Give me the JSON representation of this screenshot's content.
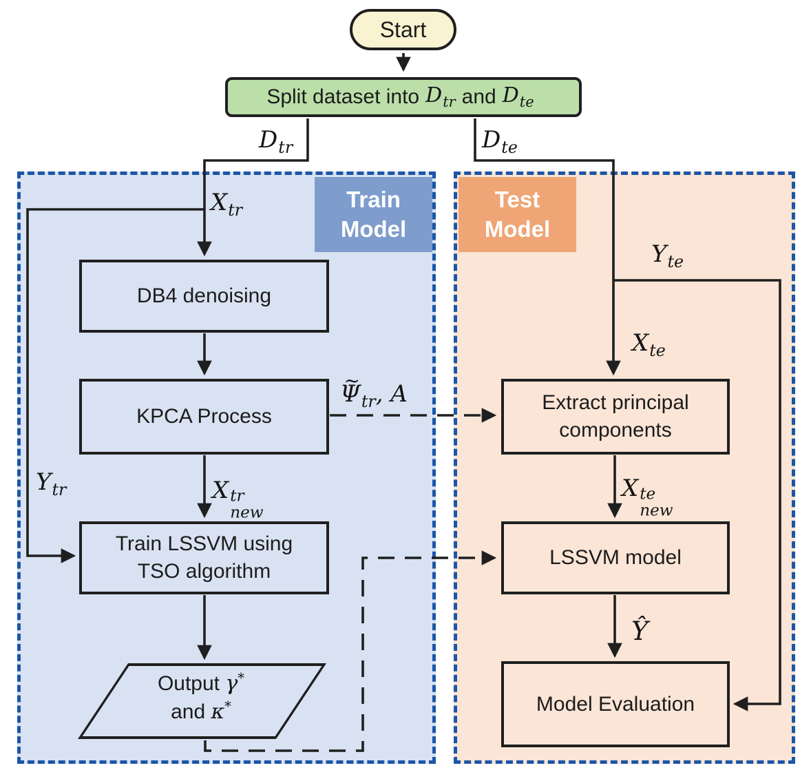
{
  "colors": {
    "ink": "#1f1f1f",
    "panel_border_blue": "#1b56a8",
    "train_panel_bg": "#d9e2f2",
    "test_panel_bg": "#fbe5d6",
    "train_badge_bg": "#7e9ccc",
    "test_badge_bg": "#efa575",
    "start_bg": "#faf3d1",
    "split_bg": "#bcdfa9"
  },
  "nodes": {
    "start": {
      "label": "Start"
    },
    "split": {
      "prefix": "Split dataset into",
      "d1_base": "D",
      "d1_sub": "tr",
      "mid": "and",
      "d2_base": "D",
      "d2_sub": "te"
    },
    "db4": {
      "label": "DB4 denoising"
    },
    "kpca": {
      "label": "KPCA Process"
    },
    "train_lssvm": {
      "line1": "Train LSSVM using",
      "line2": "TSO algorithm"
    },
    "output": {
      "word1": "Output",
      "gamma": "γ",
      "gamma_sup": "*",
      "word2": "and",
      "kappa": "κ",
      "kappa_sup": "*"
    },
    "extract": {
      "line1": "Extract principal",
      "line2": "components"
    },
    "lssvm_model": {
      "label": "LSSVM model"
    },
    "model_eval": {
      "label": "Model Evaluation"
    }
  },
  "badges": {
    "train": {
      "line1": "Train",
      "line2": "Model"
    },
    "test": {
      "line1": "Test",
      "line2": "Model"
    }
  },
  "edge_labels": {
    "d_tr": {
      "base": "D",
      "sub": "tr"
    },
    "d_te": {
      "base": "D",
      "sub": "te"
    },
    "x_tr": {
      "base": "X",
      "sub": "tr"
    },
    "y_tr": {
      "base": "Y",
      "sub": "tr"
    },
    "y_te": {
      "base": "Y",
      "sub": "te"
    },
    "x_te": {
      "base": "X",
      "sub": "te"
    },
    "x_new_tr": {
      "base": "X",
      "sup": "tr",
      "sub": "new"
    },
    "x_new_te": {
      "base": "X",
      "sup": "te",
      "sub": "new"
    },
    "psi": {
      "tilde": "~",
      "base": "Ψ",
      "sub": "tr",
      "comma": ",",
      "script_a": "A"
    },
    "y_hat": {
      "label": "Ŷ"
    }
  }
}
